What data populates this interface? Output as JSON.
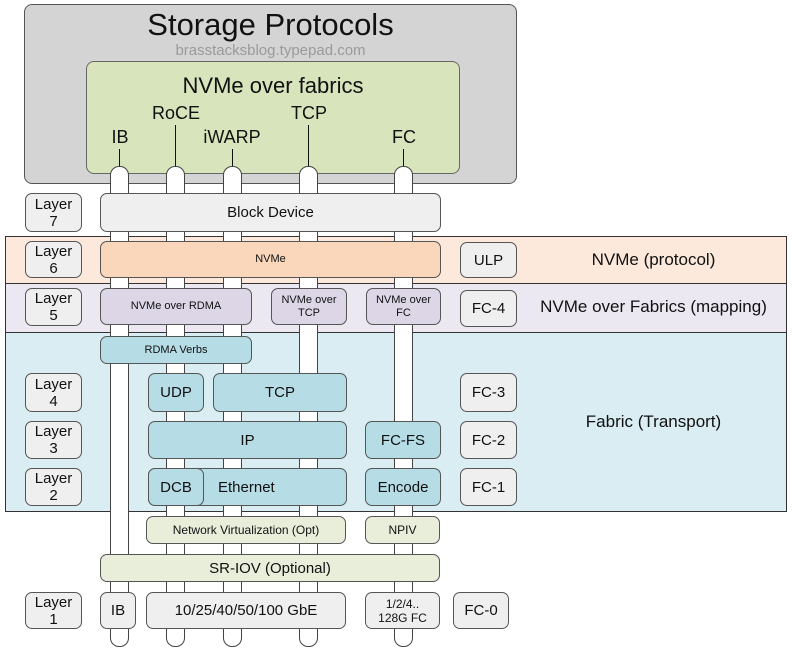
{
  "header": {
    "title": "Storage Protocols",
    "watermark": "brasstacksblog.typepad.com"
  },
  "nvme_over_fabrics": {
    "title": "NVMe over fabrics",
    "transports": [
      "IB",
      "RoCE",
      "iWARP",
      "TCP",
      "FC"
    ]
  },
  "layers": [
    {
      "id": "7",
      "label": "Layer\n7"
    },
    {
      "id": "6",
      "label": "Layer\n6"
    },
    {
      "id": "5",
      "label": "Layer\n5"
    },
    {
      "id": "4",
      "label": "Layer\n4"
    },
    {
      "id": "3",
      "label": "Layer\n3"
    },
    {
      "id": "2",
      "label": "Layer\n2"
    },
    {
      "id": "1",
      "label": "Layer\n1"
    }
  ],
  "stack": {
    "layer7": {
      "block_device": "Block Device"
    },
    "layer6": {
      "nvme": "NVMe"
    },
    "layer5": {
      "nvme_rdma": "NVMe over RDMA",
      "nvme_tcp": "NVMe over\nTCP",
      "nvme_fc": "NVMe over\nFC"
    },
    "rdma_verbs": "RDMA Verbs",
    "layer4": {
      "udp": "UDP",
      "tcp": "TCP"
    },
    "layer3": {
      "ip": "IP",
      "fc_fs": "FC-FS"
    },
    "layer2": {
      "dcb": "DCB",
      "ethernet": "Ethernet",
      "encode": "Encode"
    },
    "virtualization": {
      "network": "Network Virtualization (Opt)",
      "npiv": "NPIV"
    },
    "sriov": "SR-IOV (Optional)",
    "layer1": {
      "ib": "IB",
      "ethernet_speeds": "10/25/40/50/100 GbE",
      "fc_speeds": "1/2/4..\n128G FC"
    }
  },
  "fc_levels": {
    "ulp": "ULP",
    "fc4": "FC-4",
    "fc3": "FC-3",
    "fc2": "FC-2",
    "fc1": "FC-1",
    "fc0": "FC-0"
  },
  "bands": {
    "protocol": "NVMe (protocol)",
    "mapping": "NVMe over Fabrics (mapping)",
    "transport": "Fabric (Transport)"
  },
  "colors": {
    "outer-bg": "#d4d4d4",
    "nvmeof-bg": "#d8e4bc",
    "band-protocol": "#fce9dc",
    "band-mapping": "#ece8f1",
    "band-transport": "#daedf3",
    "box-neutral": "#efefef",
    "box-protocol": "#fad7bb",
    "box-mapping": "#dcd6e6",
    "box-transport": "#b6dce6",
    "box-virt": "#e9eedb",
    "watermark": "#9a9a9a"
  }
}
